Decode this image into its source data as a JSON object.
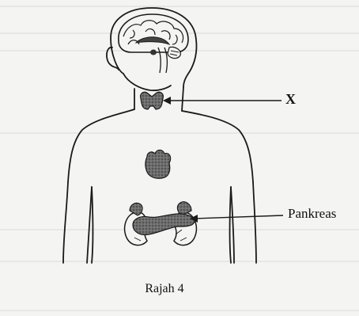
{
  "labels": {
    "thyroid": "X",
    "pancreas": "Pankreas"
  },
  "caption": "Rajah 4"
}
